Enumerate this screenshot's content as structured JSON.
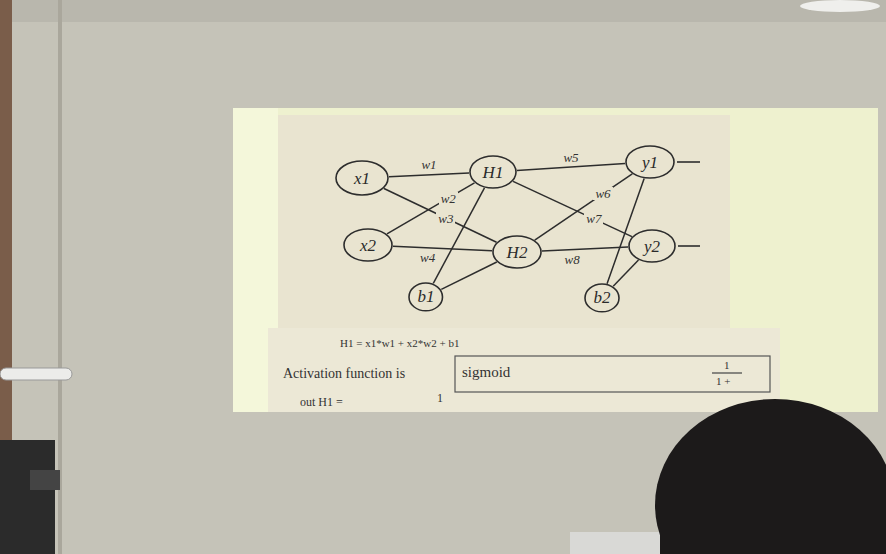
{
  "diagram": {
    "nodes": [
      {
        "text": [
          "x1"
        ]
      },
      {
        "text": [
          "H1"
        ]
      },
      {
        "text": [
          "y1"
        ]
      },
      {
        "text": [
          "x2"
        ]
      },
      {
        "text": [
          "H2"
        ]
      },
      {
        "text": [
          "y2"
        ]
      },
      {
        "text": [
          "b1"
        ]
      },
      {
        "text": [
          "b2"
        ]
      }
    ],
    "edges": [
      {
        "from": 0,
        "to": 1,
        "arrow": "none",
        "label": "w1"
      },
      {
        "from": 3,
        "to": 1,
        "arrow": "none",
        "label": "w2"
      },
      {
        "from": 0,
        "to": 4,
        "arrow": "none",
        "label": "w3"
      },
      {
        "from": 3,
        "to": 4,
        "arrow": "none",
        "label": "w4"
      },
      {
        "from": 6,
        "to": 1,
        "arrow": "none"
      },
      {
        "from": 6,
        "to": 4,
        "arrow": "none"
      },
      {
        "from": 1,
        "to": 2,
        "arrow": "none",
        "label": "w5"
      },
      {
        "from": 4,
        "to": 2,
        "arrow": "none",
        "label": "w6"
      },
      {
        "from": 1,
        "to": 5,
        "arrow": "none",
        "label": "w7"
      },
      {
        "from": 4,
        "to": 5,
        "arrow": "none",
        "label": "w8"
      },
      {
        "from": 7,
        "to": 2,
        "arrow": "none"
      },
      {
        "from": 7,
        "to": 5,
        "arrow": "none"
      }
    ],
    "labels": [
      "H1 = x1*w1 + x2*w2 + b1",
      "Activation function is",
      "sigmoid",
      "1",
      "1 +",
      "out H1 =",
      "1"
    ]
  }
}
